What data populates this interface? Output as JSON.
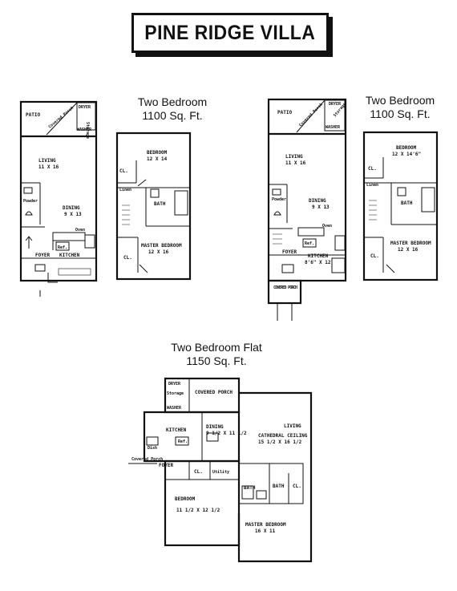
{
  "title": "PINE RIDGE VILLA",
  "plans": {
    "a": {
      "heading_line1": "Two Bedroom",
      "heading_line2": "1100 Sq. Ft.",
      "patio": "PATIO",
      "covered_porch_diag": "Covered Porch",
      "dryer": "DRYER",
      "washer": "WASHER",
      "storage": "Storage",
      "living": "LIVING",
      "living_dim": "11 X 16",
      "powder": "Powder",
      "dining": "DINING",
      "dining_dim": "9 X 13",
      "oven": "Oven",
      "ref": "Ref.",
      "foyer": "FOYER",
      "kitchen": "KITCHEN",
      "bedroom": "BEDROOM",
      "bedroom_dim": "12 X 14",
      "cl": "CL.",
      "linen": "Linen",
      "bath": "BATH",
      "master": "MASTER BEDROOM",
      "master_dim": "12 X 16"
    },
    "b": {
      "heading_line1": "Two Bedroom",
      "heading_line2": "1100 Sq. Ft.",
      "patio": "PATIO",
      "covered_porch_diag": "Covered Porch",
      "dryer": "DRYER",
      "washer": "WASHER",
      "storage": "Storage",
      "living": "LIVING",
      "living_dim": "11 X 16",
      "powder": "Powder",
      "dining": "DINING",
      "dining_dim": "9 X 13",
      "oven": "Oven",
      "ref": "Ref.",
      "foyer": "FOYER",
      "kitchen": "KITCHEN",
      "kitchen_dim": "8'6\" X 12",
      "covered_porch": "COVERED PORCH",
      "bedroom": "BEDROOM",
      "bedroom_dim": "12 X 14'6\"",
      "cl": "CL.",
      "linen": "Linen",
      "bath": "BATH",
      "master": "MASTER BEDROOM",
      "master_dim": "12 X 16"
    },
    "flat": {
      "heading_line1": "Two Bedroom Flat",
      "heading_line2": "1150 Sq. Ft.",
      "dryer": "DRYER",
      "storage": "Storage",
      "washer": "WASHER",
      "covered_porch": "COVERED PORCH",
      "kitchen": "KITCHEN",
      "dining": "DINING",
      "dining_dim": "9 1/2 X 11 1/2",
      "living": "LIVING",
      "cathedral": "CATHEDRAL CEILING",
      "living_dim": "15 1/2 X 16 1/2",
      "dish": "Dish",
      "ref": "Ref.",
      "covered_porch_small": "Covered Porch",
      "foyer": "FOYER",
      "cl": "CL.",
      "utility": "Utility",
      "bath": "BATH",
      "bedroom": "BEDROOM",
      "bedroom_dim": "11 1/2 X 12 1/2",
      "master": "MASTER BEDROOM",
      "master_dim": "16 X 11"
    }
  }
}
